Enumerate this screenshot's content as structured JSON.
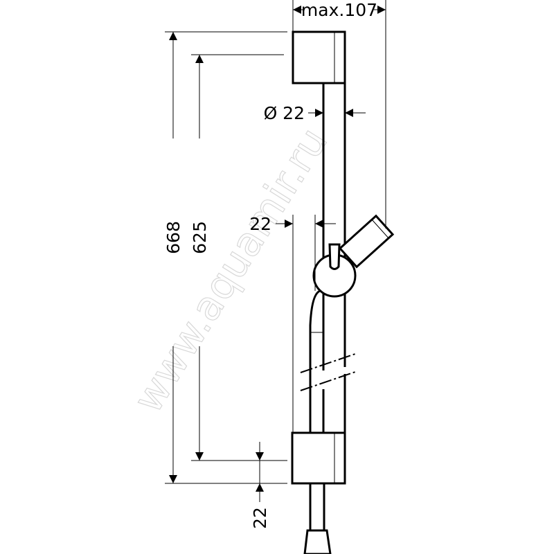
{
  "dimensions": {
    "max_width": "max.107",
    "rod_diameter": "Ø 22",
    "offset": "22",
    "total_height": "668",
    "mount_distance": "625",
    "bottom_offset": "22"
  },
  "watermark": "www.aquamir.ru"
}
